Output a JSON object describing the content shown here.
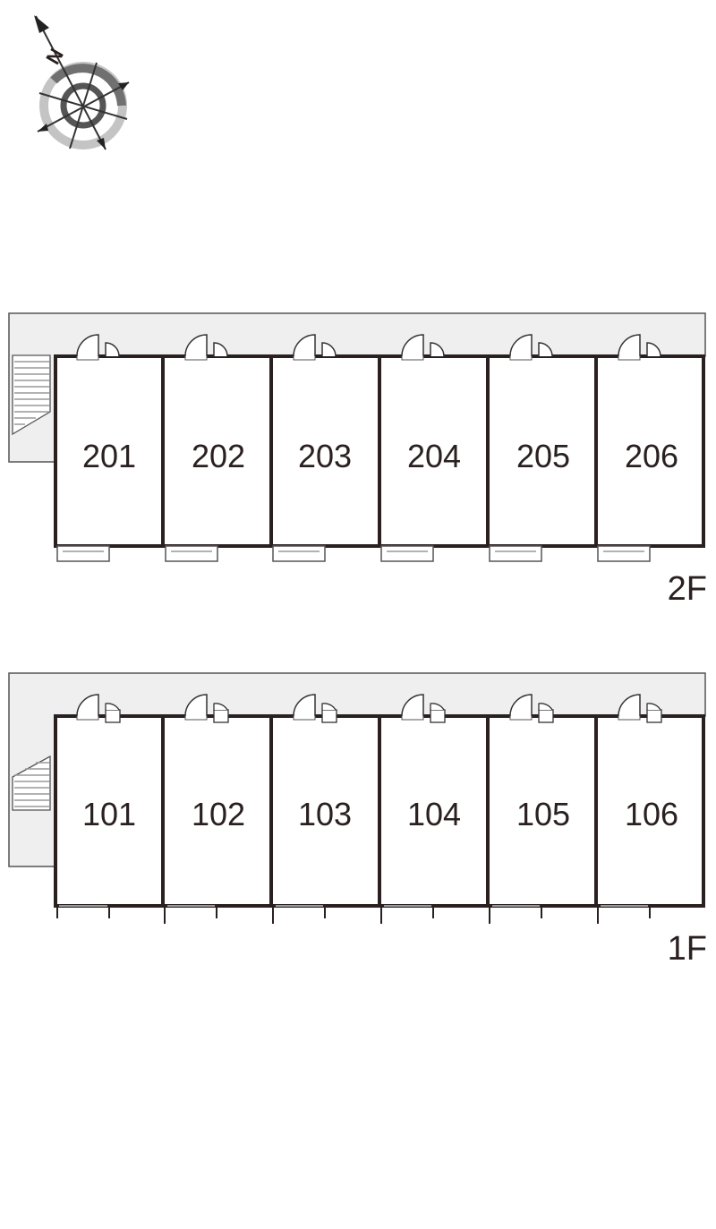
{
  "compass": {
    "icon": "compass-icon",
    "north_label": "N"
  },
  "floors": [
    {
      "label": "2F",
      "rooms": [
        "201",
        "202",
        "203",
        "204",
        "205",
        "206"
      ]
    },
    {
      "label": "1F",
      "rooms": [
        "101",
        "102",
        "103",
        "104",
        "105",
        "106"
      ]
    }
  ],
  "colors": {
    "wall": "#2a2020",
    "corridor": "#efefef",
    "line": "#555555",
    "stair": "#bbbbbb"
  }
}
